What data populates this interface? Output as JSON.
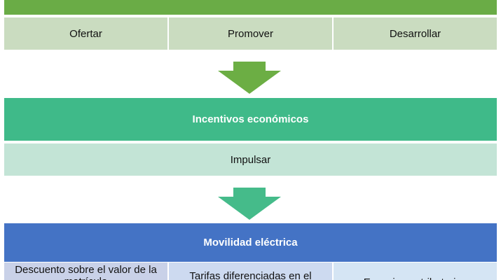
{
  "colors": {
    "level1_header": "#6aac46",
    "level1_cells": "#cadcc0",
    "level1_arrow": "#6cae44",
    "level2_header": "#3fba89",
    "level2_cells": "#c3e4d6",
    "level2_arrow": "#45bb8a",
    "level3_header": "#4473c5",
    "level3_cells": "#c9d1e8",
    "level3_cells_alt": "#cddaf0",
    "level3_cells_alt2": "#d5e5f4"
  },
  "level1": {
    "cells": [
      "Ofertar",
      "Promover",
      "Desarrollar"
    ]
  },
  "level2": {
    "title": "Incentivos económicos",
    "cells": [
      "Impulsar"
    ]
  },
  "level3": {
    "title": "Movilidad eléctrica",
    "cells": [
      "Descuento sobre el valor de la matrícula",
      "Tarifas diferenciadas en el servicio",
      "Exenciones tributarias"
    ]
  }
}
